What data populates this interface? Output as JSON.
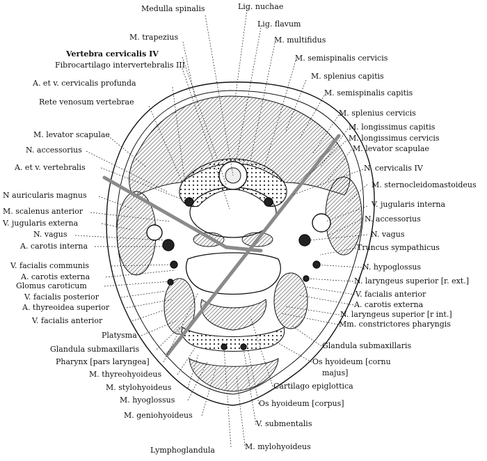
{
  "figure": {
    "title": "Cross section of the neck at the level of the fourth cervical vertebra",
    "labels": {
      "medulla_spinalis": "Medulla spinalis",
      "lig_nuchae": "Lig. nuchae",
      "lig_flavum": "Lig. flavum",
      "m_trapezius": "M. trapezius",
      "m_multifidus": "M. multifidus",
      "vertebra_cervicalis_iv": "Vertebra cervicalis IV",
      "fibrocartilago": "Fibrocartilago intervertebralis III",
      "m_semispinalis_cervicis": "M. semispinalis cervicis",
      "a_v_cervicalis_profunda": "A. et v. cervicalis profunda",
      "m_splenius_capitis": "M. splenius capitis",
      "m_semispinalis_capitis": "M. semispinalis capitis",
      "rete_venosum": "Rete venosum vertebrae",
      "m_splenius_cervicis": "M. splenius cervicis",
      "m_longissimus_capitis": "M. longissimus capitis",
      "m_levator_scapulae_l": "M. levator scapulae",
      "m_longissimus_cervicis": "M. longissimus cervicis",
      "n_accessorius_l": "N. accessorius",
      "m_levator_scapulae_r": "M. levator scapulae",
      "a_v_vertebralis": "A. et v. vertebralis",
      "n_cervicalis_iv": "N. cervicalis IV",
      "n_auricularis_magnus": "N auricularis magnus",
      "m_sternocleidomastoideus": "M. sternocleidomastoideus",
      "m_scalenus_anterior": "M. scalenus anterior",
      "v_jugularis_interna": "V. jugularis interna",
      "v_jugularis_externa": "V. jugularis externa",
      "n_accessorius_r": "N. accessorius",
      "n_vagus_l": "N. vagus",
      "n_vagus_r": "N. vagus",
      "a_carotis_interna": "A. carotis interna",
      "truncus_sympathicus": "Truncus sympathicus",
      "v_facialis_communis": "V. facialis communis",
      "n_hypoglossus": "N. hypoglossus",
      "a_carotis_externa_l": "A. carotis externa",
      "n_laryngeus_superior_ext": "N. laryngeus superior [r. ext.]",
      "glomus_caroticum": "Glomus caroticum",
      "v_facialis_anterior_r": "V. facialis anterior",
      "v_facialis_posterior": "V. facialis posterior",
      "a_carotis_externa_r": "A. carotis externa",
      "a_thyreoidea_superior": "A. thyreoidea superior",
      "n_laryngeus_superior_int": "N. laryngeus superior [r int.]",
      "v_facialis_anterior_l": "V. facialis anterior",
      "mm_constrictores": "Mm. constrictores pharyngis",
      "platysma": "Platysma",
      "glandula_submaxillaris_r": "Glandula submaxillaris",
      "glandula_submaxillaris_l": "Glandula submaxillaris",
      "pharynx": "Pharynx [pars laryngea]",
      "os_hyoideum_cornu": "Os hyoideum [cornu",
      "majus": "majus]",
      "m_thyreohyoideus": "M. thyreohyoideus",
      "cartilago_epiglottica": "Cartilago epiglottica",
      "m_stylohyoideus": "M. stylohyoideus",
      "m_hyoglossus": "M. hyoglossus",
      "os_hyoideum_corpus": "Os hyoideum [corpus]",
      "m_geniohyoideus": "M. geniohyoideus",
      "v_submentalis": "V. submentalis",
      "lymphoglandula": "Lymphoglandula",
      "m_mylohyoideus": "M. mylohyoideus"
    },
    "colors": {
      "ink": "#111111",
      "hatch": "#333333",
      "overlay": "#8a8a8a"
    }
  }
}
